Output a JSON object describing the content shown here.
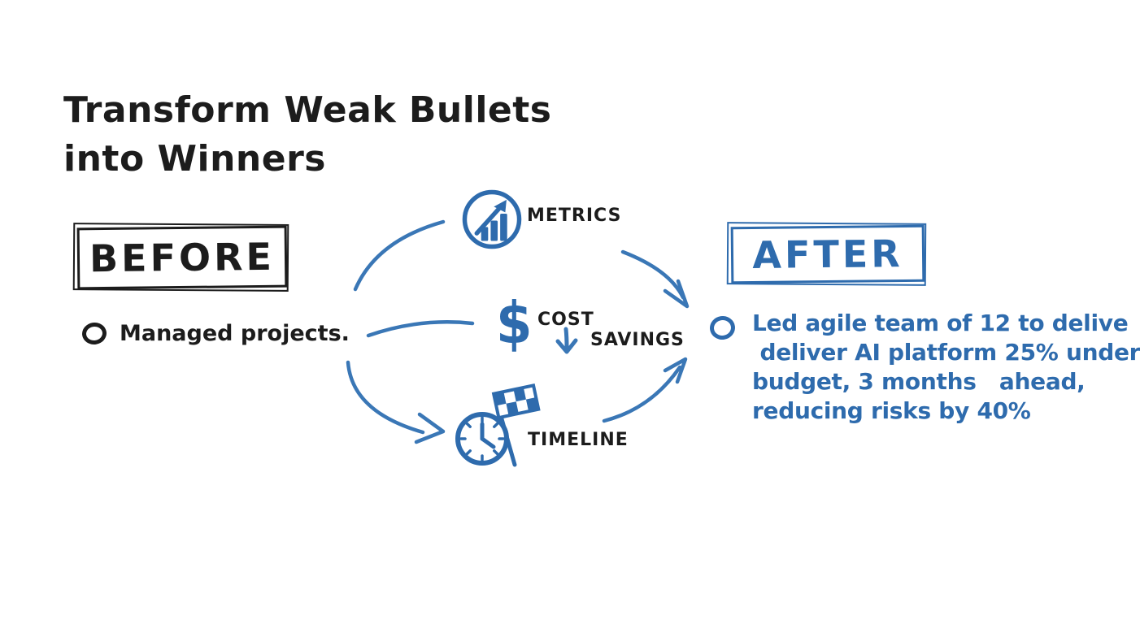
{
  "title": {
    "line1": "Transform Weak Bullets",
    "line2": "into Winners"
  },
  "before": {
    "box_label": "BEFORE",
    "bullet_text": "Managed projects."
  },
  "transforms": {
    "metrics": {
      "label": "METRICS",
      "icon": "chart-growth-icon"
    },
    "cost_savings": {
      "dollar": "$",
      "label_top": "COST",
      "label_bottom": "SAVINGS",
      "icon": "dollar-down-arrow-icon"
    },
    "timeline": {
      "label": "TIMELINE",
      "icon": "clock-finish-flag-icon"
    }
  },
  "after": {
    "box_label": "AFTER",
    "bullet_lines": [
      "Led agile team of 12 to delive",
      " deliver AI platform 25% under",
      "budget, 3 months   ahead,",
      "reducing risks by 40%"
    ]
  },
  "colors": {
    "ink_black": "#1c1c1c",
    "ink_blue": "#2e6bad",
    "arrow_blue": "#3a77b6"
  }
}
